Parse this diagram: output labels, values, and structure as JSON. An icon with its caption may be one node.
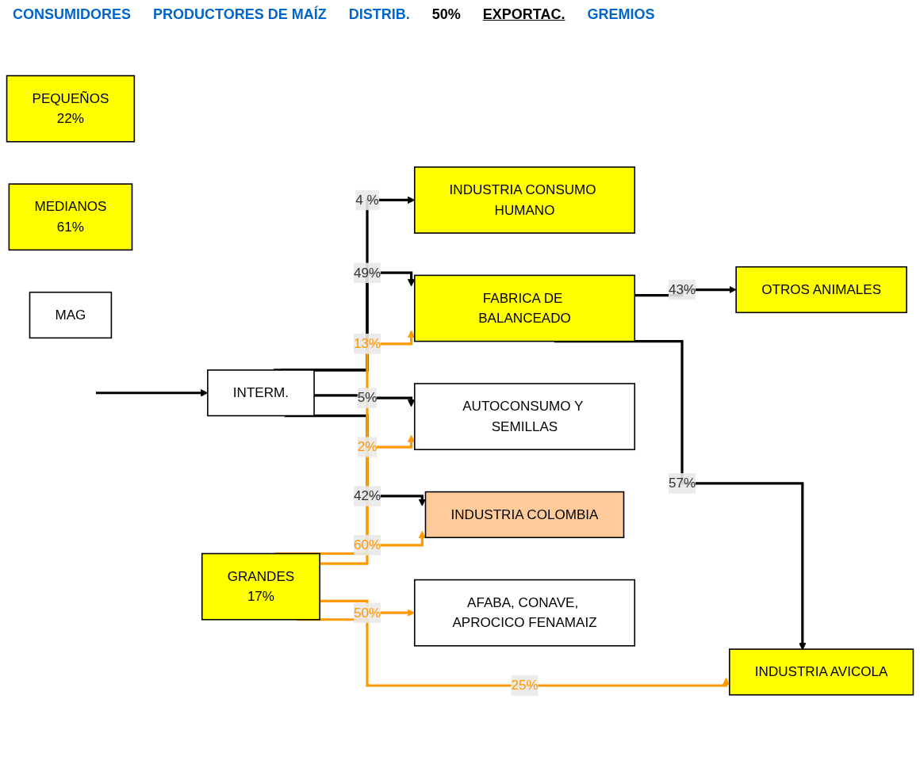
{
  "diagram": {
    "nodes": [
      {
        "text": [
          "PEQUEÑOS",
          "22%"
        ]
      },
      {
        "text": [
          "MEDIANOS",
          "61%"
        ]
      },
      {
        "text": [
          "GRANDES",
          "17%"
        ]
      },
      {
        "text": [
          "INTERM."
        ]
      },
      {
        "text": [
          "INDUSTRIA CONSUMO HUMANO"
        ]
      },
      {
        "text": [
          "FABRICA DE BALANCEADO"
        ]
      },
      {
        "text": [
          "OTROS ANIMALES"
        ]
      },
      {
        "text": [
          "INDUSTRIA AVICOLA"
        ]
      },
      {
        "text": [
          "AUTOCONSUMO Y SEMILLAS"
        ]
      },
      {
        "text": [
          "INDUSTRIA COLOMBIA"
        ]
      },
      {
        "text": [
          "AFABA, CONAVE, APROCICO FENAMAIZ"
        ]
      },
      {
        "text": [
          "MAG"
        ]
      }
    ],
    "edges": [
      {
        "from": null,
        "to": 3,
        "arrow": "to"
      },
      {
        "from": 3,
        "to": 4,
        "arrow": "to",
        "label": "4 %"
      },
      {
        "from": 3,
        "to": 5,
        "arrow": "to",
        "label": "49%"
      },
      {
        "from": 3,
        "to": 8,
        "arrow": "to",
        "label": "5%"
      },
      {
        "from": 3,
        "to": 9,
        "arrow": "to",
        "label": "42%"
      },
      {
        "from": 5,
        "to": 6,
        "arrow": "to",
        "label": "43%"
      },
      {
        "from": 5,
        "to": 7,
        "arrow": "to",
        "label": "57%"
      },
      {
        "from": 2,
        "to": 10,
        "arrow": "to",
        "label": "50%",
        "color": "#ff9900"
      },
      {
        "from": 2,
        "to": 5,
        "arrow": "to",
        "label": "13%",
        "color": "#ff9900"
      },
      {
        "from": 2,
        "to": 7,
        "arrow": "to",
        "label": "25%",
        "color": "#ff9900"
      },
      {
        "from": 2,
        "to": 8,
        "arrow": "to",
        "label": "2%",
        "color": "#ff9900"
      },
      {
        "from": 2,
        "to": 9,
        "arrow": "to",
        "label": "60%",
        "color": "#ff9900"
      }
    ],
    "labels": [
      "CONSUMIDORES",
      "PRODUCTORES DE MAÍZ",
      "DISTRIB.",
      "50%",
      "EXPORTAC.",
      "GREMIOS"
    ]
  }
}
